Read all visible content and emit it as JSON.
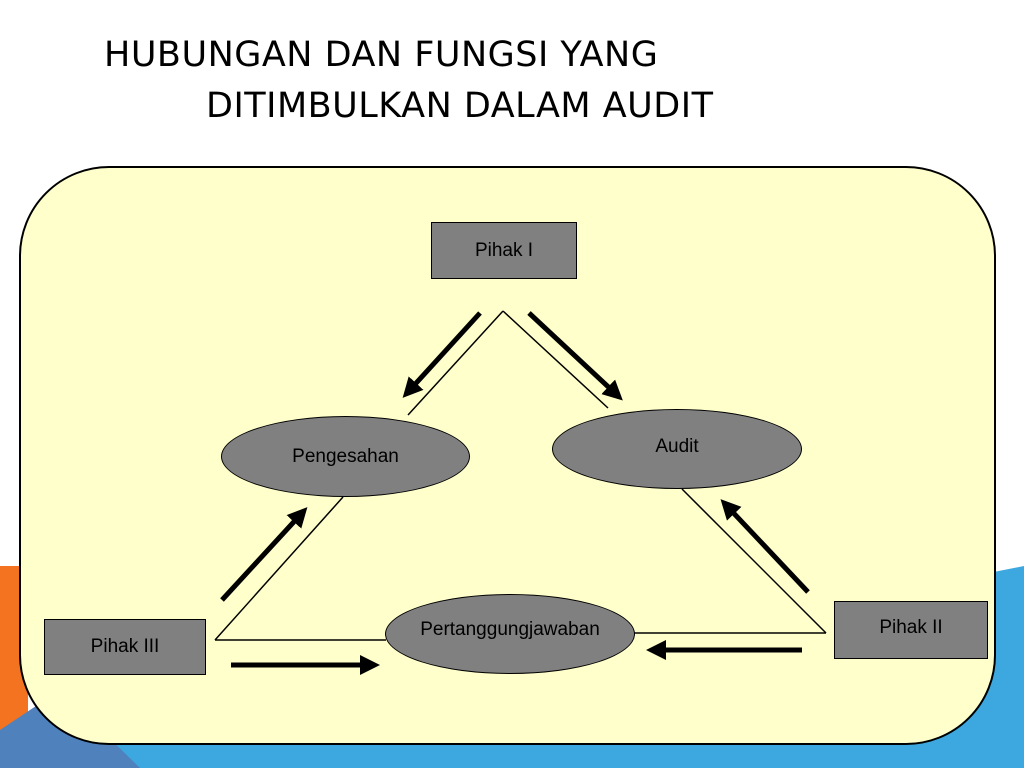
{
  "slide": {
    "title_line1": "HUBUNGAN DAN FUNGSI YANG",
    "title_line2": "DITIMBULKAN DALAM AUDIT"
  },
  "diagram": {
    "nodes": {
      "pihak_1": "Pihak I",
      "pihak_2": "Pihak II",
      "pihak_3": "Pihak III",
      "audit": "Audit",
      "pengesahan": "Pengesahan",
      "pertanggungjawaban": "Pertanggungjawaban"
    }
  },
  "colors": {
    "panel_fill": "#ffffcc",
    "box_fill": "#808080",
    "oval_fill": "#808080",
    "accent_orange": "#f47320",
    "accent_blue": "#3ca8df",
    "accent_steel": "#4f81bd"
  }
}
